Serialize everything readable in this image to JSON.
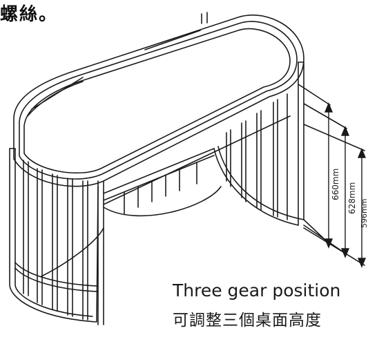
{
  "header": {
    "caption": "螺絲。"
  },
  "dimensions": [
    {
      "label": "660mm",
      "value_mm": 660
    },
    {
      "label": "628mm",
      "value_mm": 628
    },
    {
      "label": "596mm",
      "value_mm": 596
    }
  ],
  "caption": {
    "english": "Three gear position",
    "chinese": "可調整三個桌面高度"
  },
  "colors": {
    "line": "#1a1a1a",
    "background": "#ffffff"
  }
}
